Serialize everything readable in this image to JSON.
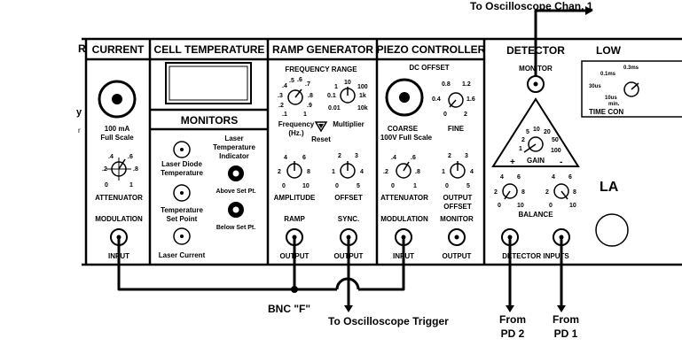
{
  "labels": {
    "top_callout": "To Oscilloscope Chan. 1",
    "bnc_f": "BNC \"F\"",
    "trigger": "To Oscilloscope Trigger",
    "pd2_from": "From",
    "pd2_name": "PD 2",
    "pd1_from": "From",
    "pd1_name": "PD 1"
  },
  "panels": {
    "left_edge": {
      "title": "R",
      "side_letter": "y",
      "side_mark": "r"
    },
    "current": {
      "title": "CURRENT",
      "knob_l1": "100 mA",
      "knob_l2": "Full Scale",
      "att_ticks": [
        ".2",
        ".4",
        ".6",
        ".8",
        "0",
        "1"
      ],
      "att_label": "ATTENUATOR",
      "mod_label": "MODULATION",
      "input_label": "INPUT"
    },
    "cell": {
      "title": "CELL TEMPERATURE",
      "monitors": "MONITORS",
      "lt1": "Laser",
      "lt2": "Temperature",
      "lt3": "Indicator",
      "above": "Above Set Pt.",
      "below": "Below Set Pt.",
      "ld1": "Laser Diode",
      "ld2": "Temperature",
      "ts1": "Temperature",
      "ts2": "Set Point",
      "lc": "Laser Current"
    },
    "ramp": {
      "title": "RAMP GENERATOR",
      "freq_range": "FREQUENCY RANGE",
      "freq_ticks": [
        ".4",
        ".5",
        ".6",
        ".7",
        ".3",
        ".8",
        ".2",
        ".9",
        ".1",
        "1"
      ],
      "mult_ticks": [
        "1",
        "10",
        "100",
        "0.1",
        "1k",
        "0.01",
        "10k"
      ],
      "freq_label1": "Frequency",
      "freq_label2": "(Hz.)",
      "mult_label": "Multiplier",
      "reset": "Reset",
      "amp_ticks": [
        "4",
        "6",
        "2",
        "8",
        "0",
        "10"
      ],
      "off_ticks": [
        "2",
        "3",
        "1",
        "4",
        "0",
        "5"
      ],
      "amplitude": "AMPLITUDE",
      "offset": "OFFSET",
      "ramp": "RAMP",
      "sync": "SYNC.",
      "output": "OUTPUT",
      "output2": "OUTPUT"
    },
    "piezo": {
      "title": "PIEZO CONTROLLER",
      "dc_offset": "DC OFFSET",
      "fine_ticks": [
        "0.8",
        "1.2",
        "0.4",
        "1.6",
        "0",
        "2"
      ],
      "coarse1": "COARSE",
      "coarse2": "100V Full Scale",
      "fine": "FINE",
      "att_ticks": [
        ".4",
        ".6",
        ".2",
        ".8",
        "0",
        "1"
      ],
      "out_ticks": [
        "2",
        "3",
        "1",
        "4",
        "0",
        "5"
      ],
      "attenuator": "ATTENUATOR",
      "out_off1": "OUTPUT",
      "out_off2": "OFFSET",
      "modulation": "MODULATION",
      "monitor": "MONITOR",
      "input": "INPUT",
      "output": "OUTPUT"
    },
    "detector": {
      "title": "DETECTOR",
      "monitor": "MONITOR",
      "gain_ticks": [
        "5",
        "10",
        "20",
        "2",
        "50",
        "1",
        "100"
      ],
      "plus": "+",
      "minus": "-",
      "gain": "GAIN",
      "bal_ticks": [
        "4",
        "6",
        "2",
        "8",
        "0",
        "10"
      ],
      "balance": "BALANCE",
      "inputs": "DETECTOR INPUTS"
    },
    "low": {
      "title": "LOW",
      "tc_ticks": [
        "0.3ms",
        "0.1ms",
        "30us",
        "10us",
        "min."
      ],
      "tc_label": "TIME CON",
      "la": "LA"
    }
  }
}
